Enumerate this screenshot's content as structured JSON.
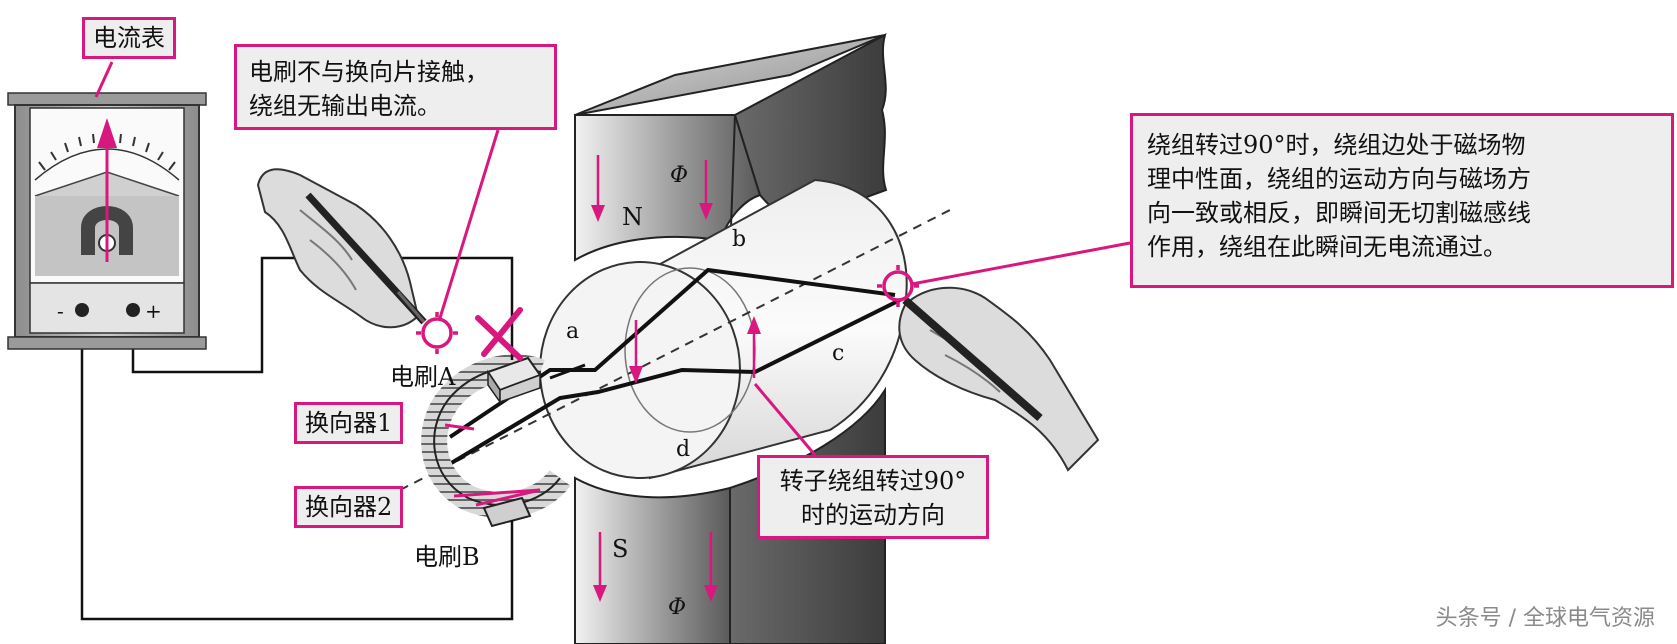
{
  "meter": {
    "title": "电流表",
    "minus": "-",
    "plus": "+"
  },
  "callouts": {
    "brush_no_contact": [
      "电刷不与换向片接触，",
      "绕组无输出电流。"
    ],
    "rotated_90": [
      "绕组转过90°时，绕组边处于磁场物",
      "理中性面，绕组的运动方向与磁场方",
      "向一致或相反，即瞬间无切割磁感线",
      "作用，绕组在此瞬间无电流通过。"
    ],
    "motion_direction": [
      "转子绕组转过90°",
      "时的运动方向"
    ]
  },
  "labels": {
    "brush_a": "电刷A",
    "brush_b": "电刷B",
    "commutator_1": "换向器1",
    "commutator_2": "换向器2",
    "pole_n": "N",
    "pole_s": "S",
    "flux_top": "Φ",
    "flux_bottom": "Φ",
    "side_a": "a",
    "side_b": "b",
    "side_c": "c",
    "side_d": "d"
  },
  "watermark": "头条号 / 全球电气资源",
  "colors": {
    "accent": "#d9187f",
    "callout_fill": "#eeeeee",
    "pole_dark": "#555555",
    "wire": "#111111"
  }
}
